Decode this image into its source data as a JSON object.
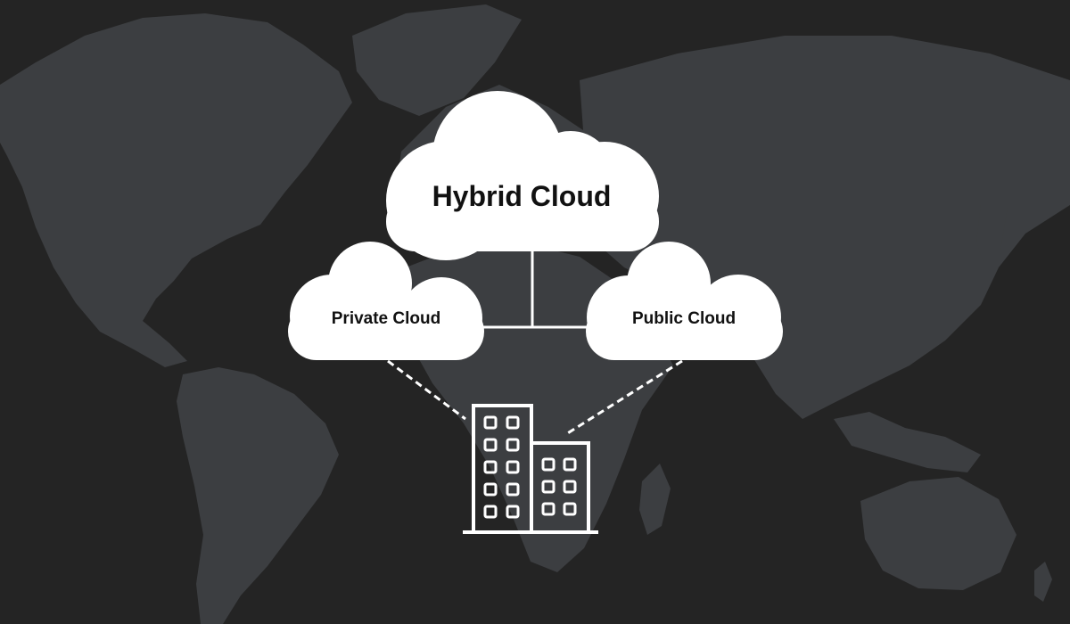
{
  "diagram": {
    "nodes": {
      "hybrid": {
        "label": "Hybrid Cloud",
        "icon": "cloud-icon"
      },
      "private": {
        "label": "Private Cloud",
        "icon": "cloud-icon"
      },
      "public": {
        "label": "Public Cloud",
        "icon": "cloud-icon"
      },
      "onprem": {
        "icon": "office-building-icon"
      }
    },
    "edges": [
      {
        "from": "hybrid",
        "to": "private",
        "style": "solid"
      },
      {
        "from": "hybrid",
        "to": "public",
        "style": "solid"
      },
      {
        "from": "private",
        "to": "onprem",
        "style": "dashed"
      },
      {
        "from": "public",
        "to": "onprem",
        "style": "dashed"
      }
    ],
    "background": "world-map",
    "colors": {
      "background": "#242424",
      "land": "#3c3e41",
      "cloud": "#ffffff",
      "text": "#111111",
      "lines": "#ffffff"
    }
  }
}
